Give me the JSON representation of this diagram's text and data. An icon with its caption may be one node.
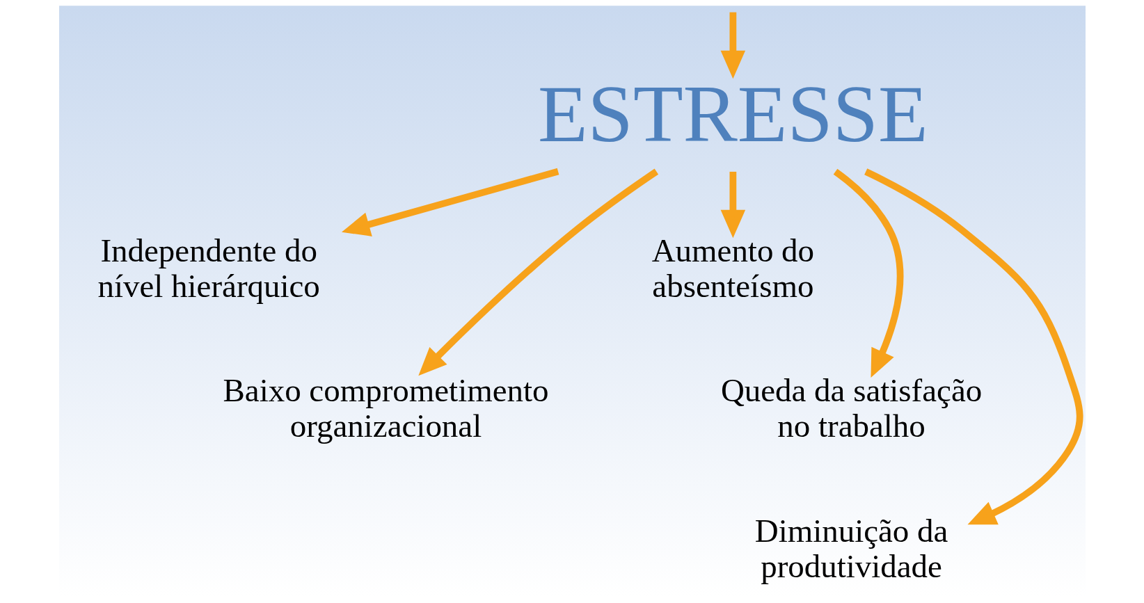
{
  "diagram": {
    "nodes": [
      {
        "text": [
          "ESTRESSE"
        ]
      },
      {
        "text": [
          "Independente do nível hierárquico"
        ]
      },
      {
        "text": [
          "Aumento do absenteísmo"
        ]
      },
      {
        "text": [
          "Baixo comprometimento organizacional"
        ]
      },
      {
        "text": [
          "Queda da satisfação no trabalho"
        ]
      },
      {
        "text": [
          "Diminuição da produtividade"
        ]
      }
    ],
    "edges": [
      {
        "from": null,
        "to": 0,
        "arrow": "to"
      },
      {
        "from": 0,
        "to": 1,
        "arrow": "to"
      },
      {
        "from": 0,
        "to": 2,
        "arrow": "to"
      },
      {
        "from": 0,
        "to": 3,
        "arrow": "to"
      },
      {
        "from": 0,
        "to": 4,
        "arrow": "to"
      },
      {
        "from": 0,
        "to": 5,
        "arrow": "to"
      }
    ]
  }
}
